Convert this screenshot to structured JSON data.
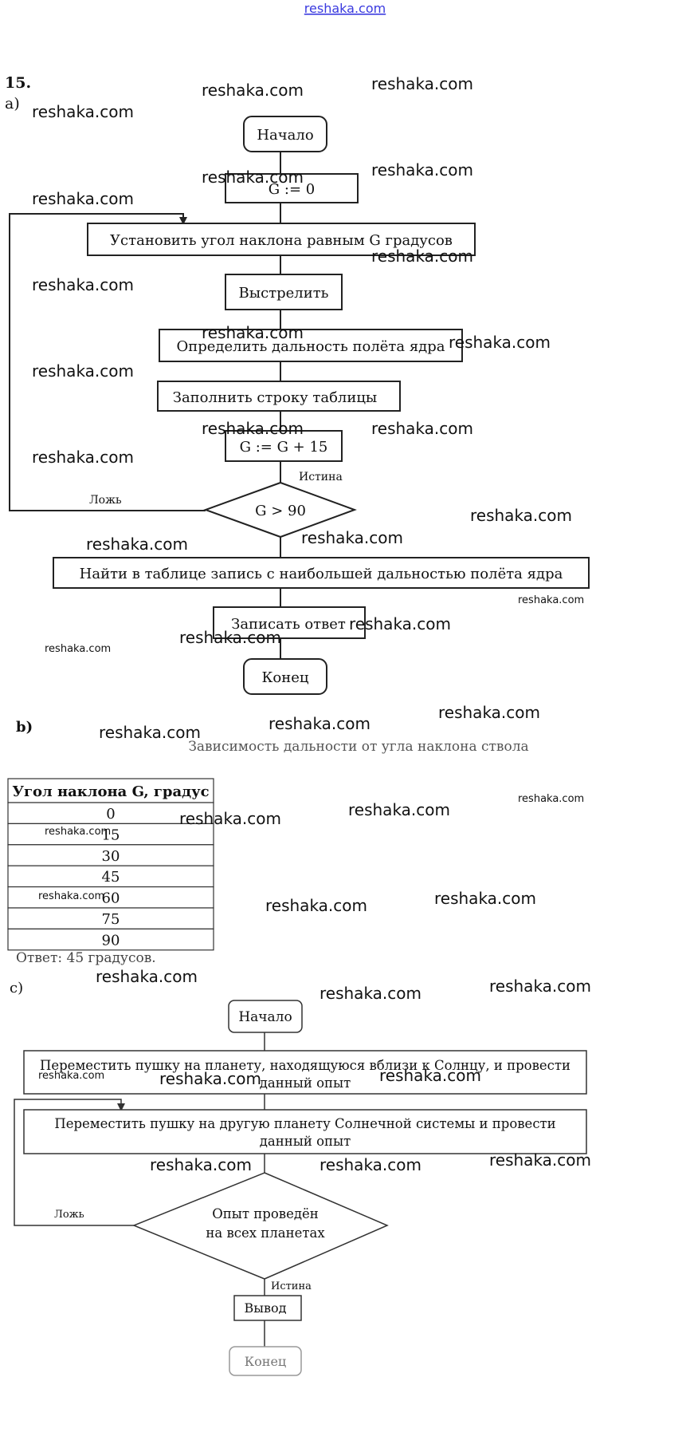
{
  "header": {
    "site": "reshaka.com"
  },
  "problem": {
    "number": "15.",
    "part_a": "а)",
    "part_b": "b)",
    "part_c": "c)"
  },
  "flowchart_a": {
    "start": "Начало",
    "init": "G := 0",
    "set_angle": "Установить угол наклона равным G градусов",
    "shoot": "Выстрелить",
    "measure": "Определить дальность полёта ядра",
    "fill_row": "Заполнить строку таблицы",
    "increment": "G := G + 15",
    "condition": "G > 90",
    "true_label": "Истина",
    "false_label": "Ложь",
    "find": "Найти в таблице запись с наибольшей дальностью полёта ядра",
    "write_answer": "Записать ответ",
    "end": "Конец"
  },
  "table_b": {
    "caption": "Зависимость дальности от угла наклона ствола",
    "header": "Угол наклона G, градус",
    "rows": [
      "0",
      "15",
      "30",
      "45",
      "60",
      "75",
      "90"
    ],
    "answer": "Ответ: 45 градусов."
  },
  "flowchart_c": {
    "start": "Начало",
    "move_near_line1": "Переместить пушку на планету, находящуюся вблизи к Солнцу, и провести",
    "move_near_line2": "данный опыт",
    "move_other_line1": "Переместить пушку на другую планету Солнечной системы и провести",
    "move_other_line2": "данный опыт",
    "condition_line1": "Опыт проведён",
    "condition_line2": "на всех планетах",
    "true_label": "Истина",
    "false_label": "Ложь",
    "output": "Вывод",
    "end": "Конец"
  },
  "watermarks": [
    "reshaka.com",
    "reshaka.com",
    "reshaka.com",
    "reshaka.com",
    "reshaka.com",
    "reshaka.com",
    "reshaka.com",
    "reshaka.com",
    "reshaka.com",
    "reshaka.com",
    "reshaka.com",
    "reshaka.com",
    "reshaka.com",
    "reshaka.com",
    "reshaka.com",
    "reshaka.com",
    "reshaka.com",
    "reshaka.com",
    "reshaka.com",
    "reshaka.com",
    "reshaka.com",
    "reshaka.com",
    "reshaka.com",
    "reshaka.com",
    "reshaka.com",
    "reshaka.com",
    "reshaka.com",
    "reshaka.com",
    "reshaka.com",
    "reshaka.com",
    "reshaka.com",
    "reshaka.com",
    "reshaka.com",
    "reshaka.com",
    "reshaka.com",
    "reshaka.com",
    "reshaka.com",
    "reshaka.com",
    "reshaka.com",
    "reshaka.com"
  ]
}
